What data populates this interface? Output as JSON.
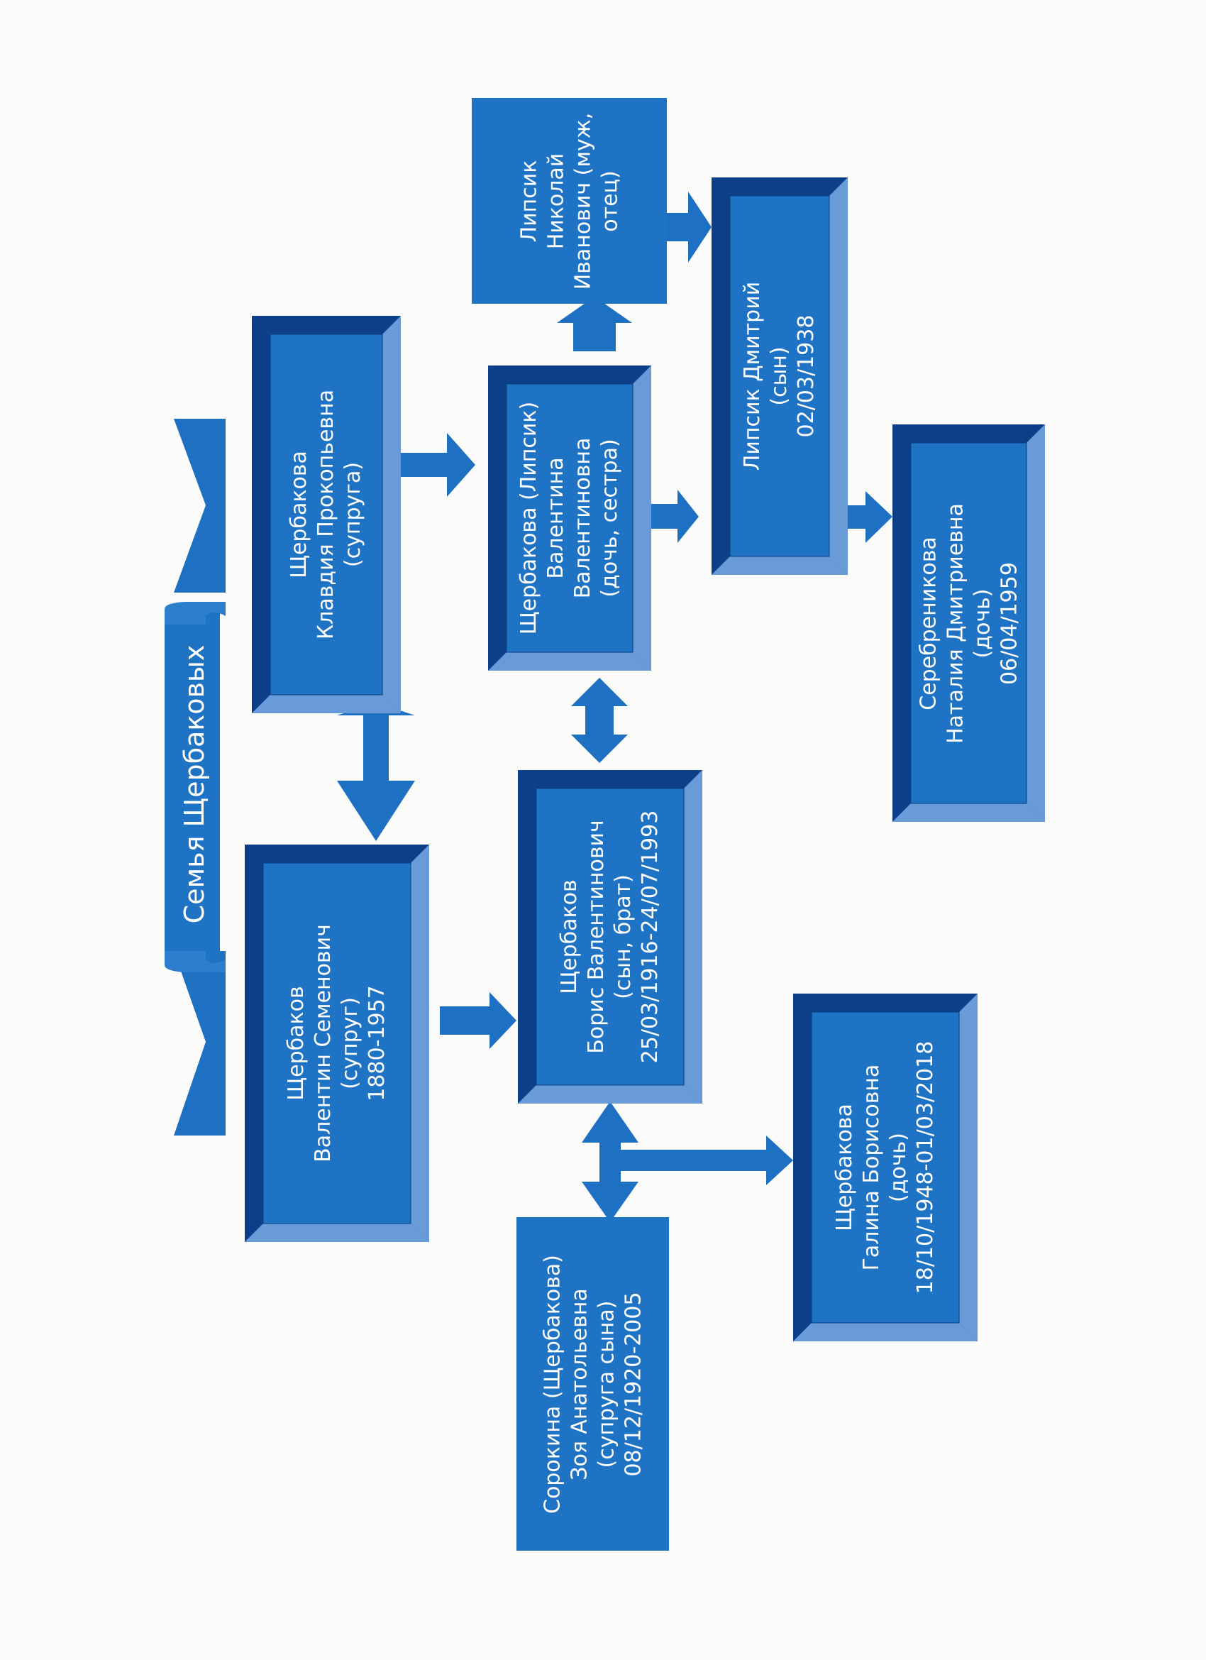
{
  "title": "Семья Щербаковых",
  "colors": {
    "box_fill": "#1f73c4",
    "box_bevel_light": "#6a9bd9",
    "box_bevel_dark": "#0c3f88",
    "box_edge": "#0b3c80",
    "arrow_fill": "#1d70c2"
  },
  "boxes": [
    {
      "id": "klavdia",
      "lines": [
        "Щербакова",
        "Клавдия Прокопьевна",
        "(супруга)"
      ]
    },
    {
      "id": "valentin",
      "lines": [
        "Щербаков",
        "Валентин Семенович",
        "(супруг)",
        "1880-1957"
      ]
    },
    {
      "id": "valentina",
      "lines": [
        "Щербакова (Липсик)",
        "Валентина",
        "Валентиновна",
        "(дочь, сестра)"
      ]
    },
    {
      "id": "nikolai",
      "lines": [
        "Липсик Николай",
        "Иванович (муж,",
        "отец)"
      ]
    },
    {
      "id": "dmitry",
      "lines": [
        "Липсик Дмитрий",
        "(сын)",
        "02/03/1938"
      ]
    },
    {
      "id": "natalia",
      "lines": [
        "Серебреникова",
        "Наталия Дмитриевна",
        "(дочь)",
        "06/04/1959"
      ]
    },
    {
      "id": "boris",
      "lines": [
        "Щербаков",
        "Борис Валентинович",
        "(сын, брат)",
        "25/03/1916-24/07/1993"
      ]
    },
    {
      "id": "zoya",
      "lines": [
        "Сорокина (Щербакова)",
        "Зоя Анатольевна",
        "(супруга сына)",
        "08/12/1920-2005"
      ]
    },
    {
      "id": "galina",
      "lines": [
        "Щербакова",
        "Галина Борисовна",
        "(дочь)",
        "18/10/1948-01/03/2018"
      ]
    }
  ]
}
